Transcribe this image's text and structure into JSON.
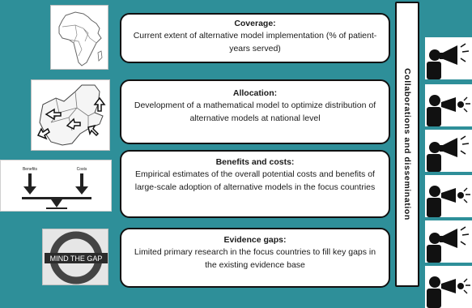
{
  "cards": [
    {
      "title": "Coverage:",
      "body": "Current extent of alternative model implementation (% of patient-years served)"
    },
    {
      "title": "Allocation:",
      "body": "Development of a mathematical model to optimize distribution of alternative models at national level"
    },
    {
      "title": "Benefits and costs:",
      "body": "Empirical estimates of the overall potential costs and benefits of large-scale adoption of alternative models in the focus countries"
    },
    {
      "title": "Evidence gaps:",
      "body": "Limited primary research in the focus countries to fill key gaps in the existing evidence base"
    }
  ],
  "sidebar": {
    "label": "Collaborations and dissemination"
  },
  "images": {
    "scale": {
      "left_label": "Benefits",
      "right_label": "Costs"
    },
    "gap_sign": {
      "text": "MIND THE GAP"
    }
  },
  "colors": {
    "background": "#2e8f99",
    "card_border": "#111111",
    "gap_sign_ring": "#d32f2f",
    "gap_sign_bar": "#1d3a8a"
  },
  "icons": [
    "africa-map-icon",
    "zambia-map-icon",
    "balance-scale-icon",
    "mind-the-gap-sign-icon",
    "megaphone-person-icon"
  ]
}
